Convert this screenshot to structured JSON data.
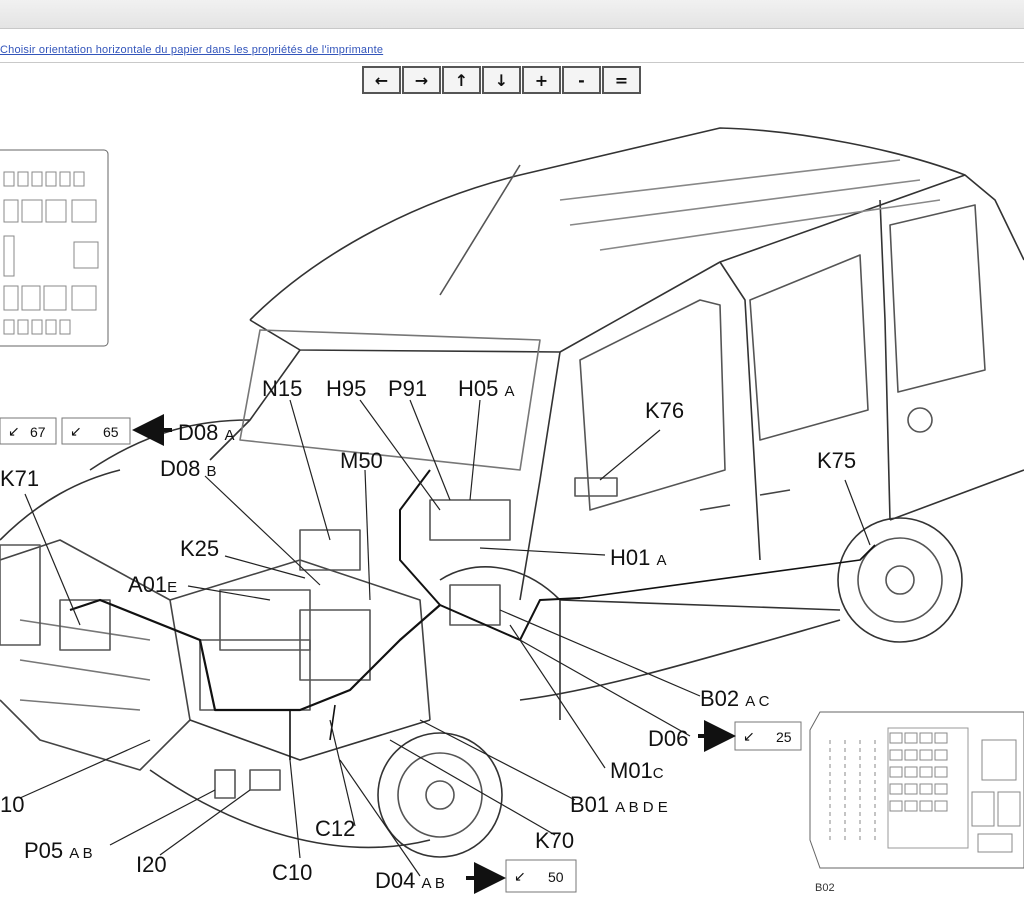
{
  "print_hint": "Choisir orientation horizontale du papier dans les propriétés de l'imprimante",
  "nav_buttons": [
    {
      "name": "pan-left-button",
      "glyph": "←"
    },
    {
      "name": "pan-right-button",
      "glyph": "→"
    },
    {
      "name": "pan-up-button",
      "glyph": "↑"
    },
    {
      "name": "pan-down-button",
      "glyph": "↓"
    },
    {
      "name": "zoom-in-button",
      "glyph": "+"
    },
    {
      "name": "zoom-out-button",
      "glyph": "-"
    },
    {
      "name": "zoom-reset-button",
      "glyph": "="
    }
  ],
  "labels": {
    "n15": "N15",
    "h95": "H95",
    "p91": "P91",
    "h05": "H05",
    "h05_sub": "A",
    "k76": "K76",
    "k75": "K75",
    "d08a": "D08",
    "d08a_sub": "A",
    "d08b": "D08",
    "d08b_sub": "B",
    "m50": "M50",
    "k71": "K71",
    "k25": "K25",
    "a01e": "A01",
    "a01e_sub": "E",
    "h01a": "H01",
    "h01a_sub": "A",
    "b02ac": "B02",
    "b02ac_sub": "A C",
    "d06": "D06",
    "m01c": "M01",
    "m01c_sub": "C",
    "b01": "B01",
    "b01_sub": "A B D E",
    "k70": "K70",
    "c12": "C12",
    "d04ab": "D04",
    "d04ab_sub": "A B",
    "c10": "C10",
    "i20": "I20",
    "p05ab": "P05",
    "p05ab_sub": "A B",
    "x10": "10",
    "b02_small": "B02"
  },
  "refs": {
    "r67": "67",
    "r65": "65",
    "r25": "25",
    "r50": "50"
  }
}
